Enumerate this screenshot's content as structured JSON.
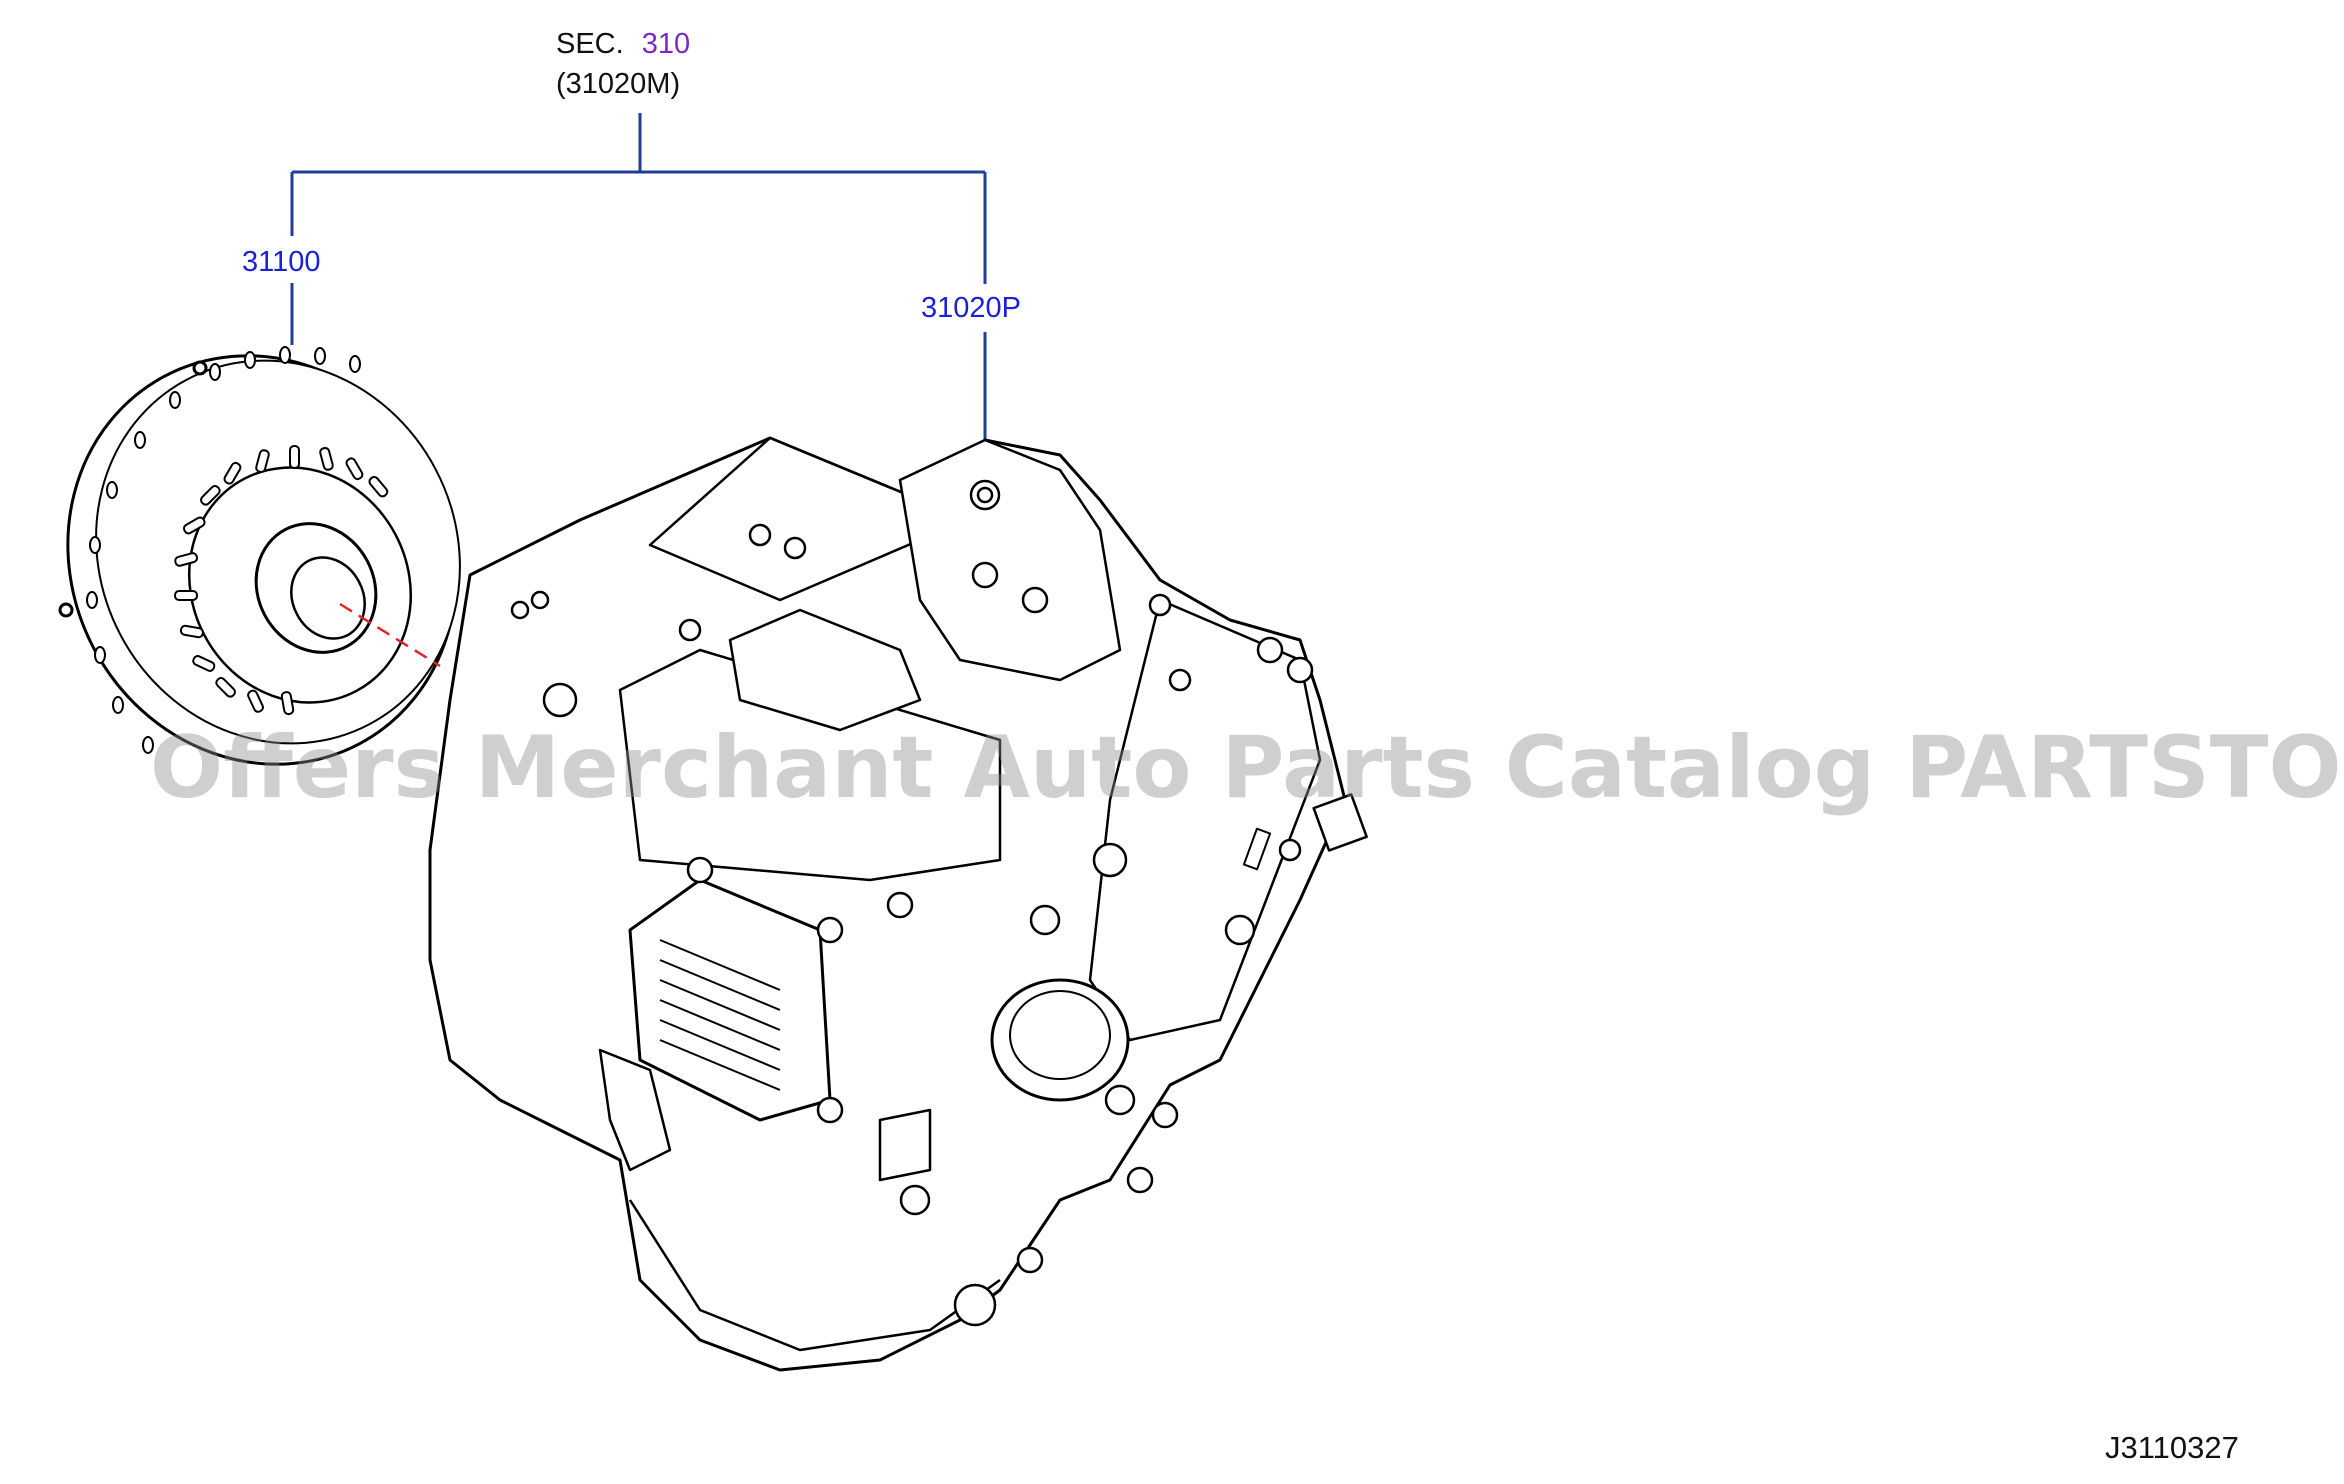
{
  "diagram": {
    "section_label": "SEC.",
    "section_number": "310",
    "section_code": "(31020M)",
    "part_torque_converter": "31100",
    "part_transaxle": "31020P",
    "figure_id": "J3110327",
    "watermark": "Offers Merchant Auto Parts Catalog PARTSTORE.SA"
  },
  "colors": {
    "leader_line": "#1f3d99",
    "part_number": "#1a22d8",
    "section_number": "#7a28c8",
    "centerline": "#e0262b",
    "drawing": "#000000"
  }
}
